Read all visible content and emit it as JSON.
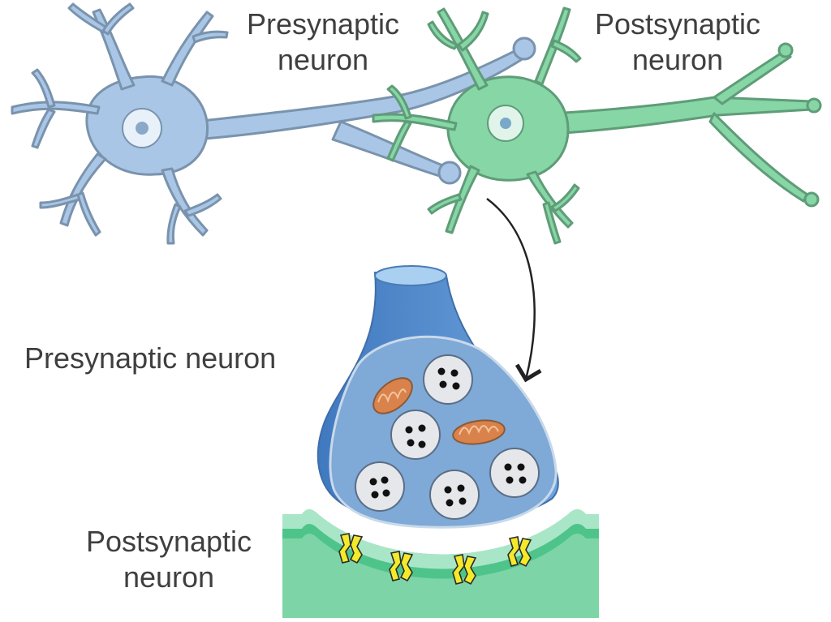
{
  "labels": {
    "top_presynaptic": [
      "Presynaptic",
      "neuron"
    ],
    "top_postsynaptic": [
      "Postsynaptic",
      "neuron"
    ],
    "bottom_presynaptic": "Presynaptic neuron",
    "bottom_postsynaptic": [
      "Postsynaptic",
      "neuron"
    ]
  },
  "colors": {
    "presynaptic_neuron": "#a9c6e6",
    "postsynaptic_neuron": "#86d6a6",
    "terminal": "#5f93cf",
    "vesicle": "#e6e7ea",
    "mitochondrion": "#d9824c",
    "receptor": "#f4ea2a",
    "postsynaptic_membrane": "#7dd4a6",
    "arrow": "#222222"
  }
}
